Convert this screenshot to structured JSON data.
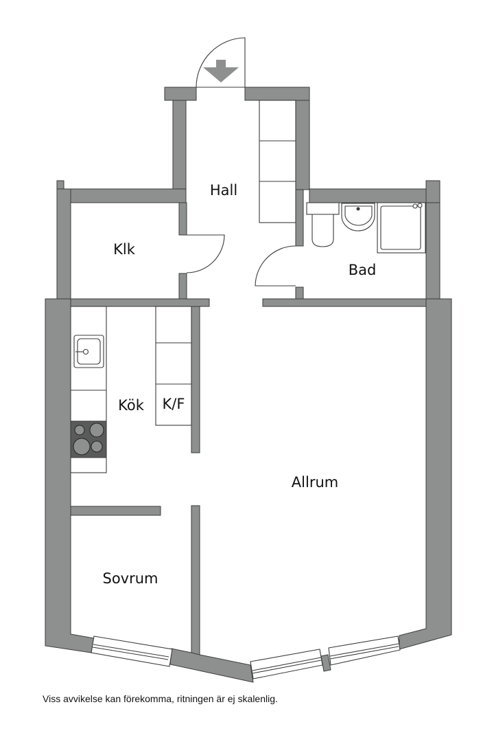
{
  "rooms": {
    "hall": "Hall",
    "klk": "Klk",
    "bad": "Bad",
    "kok": "Kök",
    "kf": "K/F",
    "allrum": "Allrum",
    "sovrum": "Sovrum"
  },
  "footer": {
    "disclaimer": "Viss avvikelse kan förekomma, ritningen är ej skalenlig."
  },
  "icons": {
    "entrance": "arrow-down-icon"
  },
  "colors": {
    "wall": "#8e9090",
    "outline": "#3a3a3a",
    "stove": "#5a5a5a",
    "background": "#ffffff"
  }
}
